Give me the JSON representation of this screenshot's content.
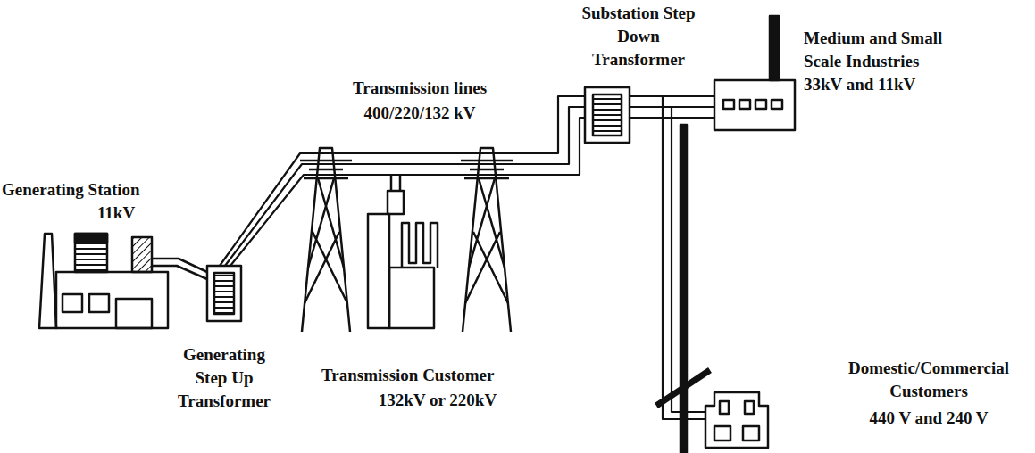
{
  "diagram": {
    "labels": [
      "Substation Step Down Transformer",
      "Medium and Small Scale Industries",
      "33kV and 11kV",
      "Transmission lines",
      "400/220/132 kV",
      "Generating Station",
      "11kV",
      "Generating Step Up Transformer",
      "Transmission Customer",
      "132kV or 220kV",
      "Domestic/Commercial Customers",
      "440 V and 240 V"
    ]
  }
}
